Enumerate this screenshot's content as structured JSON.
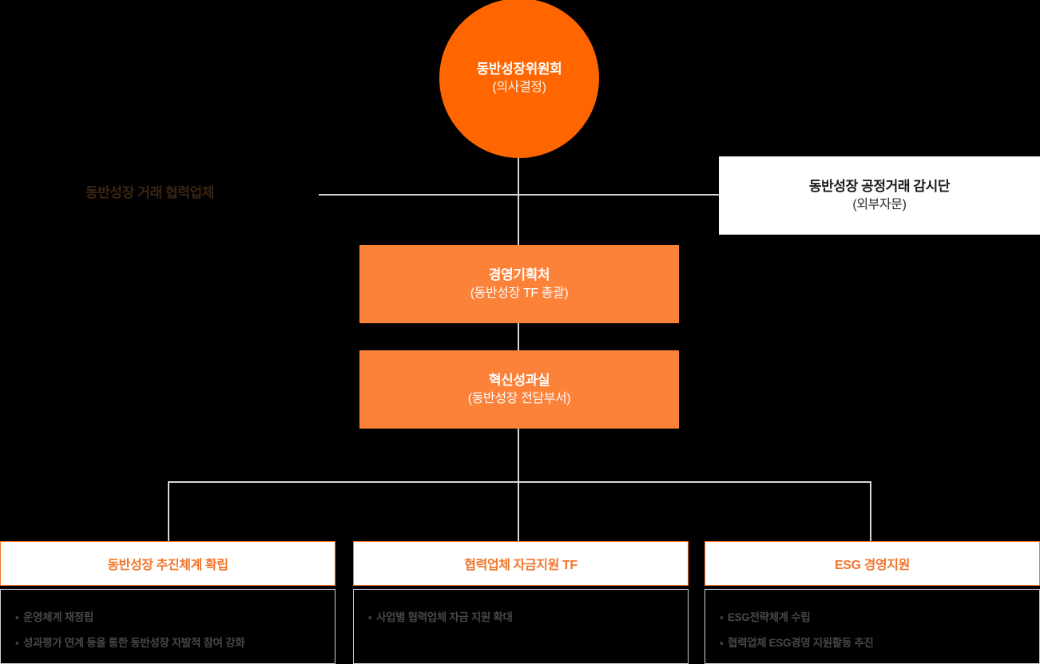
{
  "diagram": {
    "title_node": {
      "name": "동반성장위원회",
      "subtitle": "(의사결정)"
    },
    "advisory_node": {
      "name": "동반성장 공정거래 감시단",
      "subtitle": "(외부자문)"
    },
    "side_label": "동반성장 거래 협력업체",
    "departments": [
      {
        "name": "경영기획처",
        "subtitle": "(동반성장 TF 총괄)"
      },
      {
        "name": "혁신성과실",
        "subtitle": "(동반성장 전담부서)"
      }
    ],
    "columns": [
      {
        "header": "동반성장 추진체계 확립",
        "items": [
          "운영체계 재정립",
          "성과평가 연계 등을 통한 동반성장 자발적 참여 강화"
        ]
      },
      {
        "header": "협력업체 자금지원 TF",
        "items": [
          "사업별 협력업체 자금 지원 확대"
        ]
      },
      {
        "header": "ESG 경영지원",
        "items": [
          "ESG전략체계 수립",
          "협력업체 ESG경영 지원활동 추진"
        ]
      }
    ],
    "bullet_glyph": "▪",
    "colors": {
      "background": "#000000",
      "circle_orange": "#FF6600",
      "box_orange": "#FC8139",
      "accent_orange": "#F2752B",
      "connector_gray": "#D6D6D6",
      "body_text_gray": "#474747",
      "side_label_brown": "#3B2412",
      "white": "#FFFFFF"
    }
  }
}
